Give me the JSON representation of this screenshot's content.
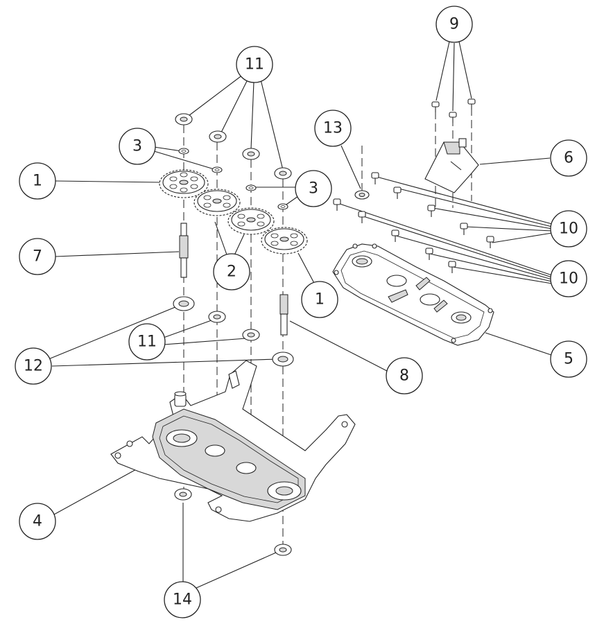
{
  "callouts": {
    "c1a": "1",
    "c1b": "1",
    "c2": "2",
    "c3a": "3",
    "c3b": "3",
    "c4": "4",
    "c5": "5",
    "c6": "6",
    "c7": "7",
    "c8": "8",
    "c9": "9",
    "c10a": "10",
    "c10b": "10",
    "c11a": "11",
    "c11b": "11",
    "c12": "12",
    "c13": "13",
    "c14": "14"
  }
}
